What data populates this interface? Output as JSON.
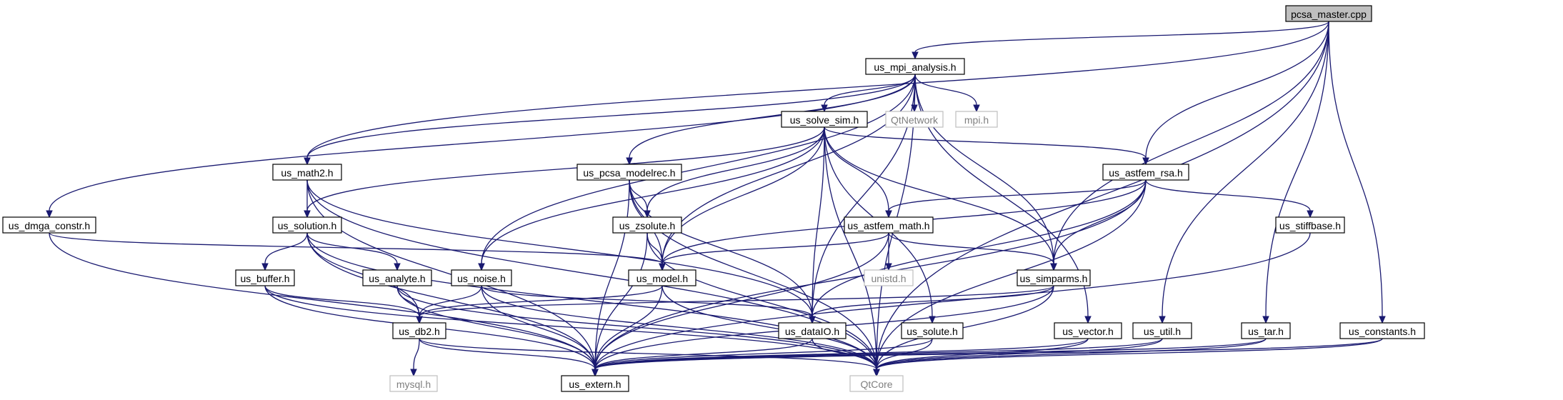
{
  "graph": {
    "type": "include-dependency-graph",
    "colors": {
      "edge": "#191970",
      "root_fill": "#bfbfbf",
      "external_border": "#bfbfbf",
      "external_text": "#7f7f7f"
    },
    "nodes": [
      {
        "id": "pcsa_master",
        "label": "pcsa_master.cpp",
        "kind": "root"
      },
      {
        "id": "us_mpi_analysis",
        "label": "us_mpi_analysis.h",
        "kind": "file"
      },
      {
        "id": "us_solve_sim",
        "label": "us_solve_sim.h",
        "kind": "file"
      },
      {
        "id": "QtNetwork",
        "label": "QtNetwork",
        "kind": "external"
      },
      {
        "id": "mpi",
        "label": "mpi.h",
        "kind": "external"
      },
      {
        "id": "us_math2",
        "label": "us_math2.h",
        "kind": "file"
      },
      {
        "id": "us_pcsa_modelrec",
        "label": "us_pcsa_modelrec.h",
        "kind": "file"
      },
      {
        "id": "us_astfem_rsa",
        "label": "us_astfem_rsa.h",
        "kind": "file"
      },
      {
        "id": "us_dmga_constr",
        "label": "us_dmga_constr.h",
        "kind": "file"
      },
      {
        "id": "us_solution",
        "label": "us_solution.h",
        "kind": "file"
      },
      {
        "id": "us_zsolute",
        "label": "us_zsolute.h",
        "kind": "file"
      },
      {
        "id": "us_astfem_math",
        "label": "us_astfem_math.h",
        "kind": "file"
      },
      {
        "id": "us_stiffbase",
        "label": "us_stiffbase.h",
        "kind": "file"
      },
      {
        "id": "unistd",
        "label": "unistd.h",
        "kind": "external"
      },
      {
        "id": "us_buffer",
        "label": "us_buffer.h",
        "kind": "file"
      },
      {
        "id": "us_analyte",
        "label": "us_analyte.h",
        "kind": "file"
      },
      {
        "id": "us_noise",
        "label": "us_noise.h",
        "kind": "file"
      },
      {
        "id": "us_model",
        "label": "us_model.h",
        "kind": "file"
      },
      {
        "id": "us_simparms",
        "label": "us_simparms.h",
        "kind": "file"
      },
      {
        "id": "us_db2",
        "label": "us_db2.h",
        "kind": "file"
      },
      {
        "id": "us_dataIO",
        "label": "us_dataIO.h",
        "kind": "file"
      },
      {
        "id": "us_solute",
        "label": "us_solute.h",
        "kind": "file"
      },
      {
        "id": "us_vector",
        "label": "us_vector.h",
        "kind": "file"
      },
      {
        "id": "us_util",
        "label": "us_util.h",
        "kind": "file"
      },
      {
        "id": "us_tar",
        "label": "us_tar.h",
        "kind": "file"
      },
      {
        "id": "us_constants",
        "label": "us_constants.h",
        "kind": "file"
      },
      {
        "id": "mysql",
        "label": "mysql.h",
        "kind": "external"
      },
      {
        "id": "us_extern",
        "label": "us_extern.h",
        "kind": "file"
      },
      {
        "id": "QtCore",
        "label": "QtCore",
        "kind": "external"
      }
    ],
    "edges": [
      [
        "pcsa_master",
        "us_mpi_analysis"
      ],
      [
        "pcsa_master",
        "us_math2"
      ],
      [
        "pcsa_master",
        "us_astfem_rsa"
      ],
      [
        "pcsa_master",
        "us_simparms"
      ],
      [
        "pcsa_master",
        "us_util"
      ],
      [
        "pcsa_master",
        "us_tar"
      ],
      [
        "pcsa_master",
        "us_constants"
      ],
      [
        "pcsa_master",
        "QtCore"
      ],
      [
        "us_mpi_analysis",
        "us_solve_sim"
      ],
      [
        "us_mpi_analysis",
        "QtNetwork"
      ],
      [
        "us_mpi_analysis",
        "mpi"
      ],
      [
        "us_mpi_analysis",
        "us_math2"
      ],
      [
        "us_mpi_analysis",
        "us_pcsa_modelrec"
      ],
      [
        "us_mpi_analysis",
        "us_dmga_constr"
      ],
      [
        "us_mpi_analysis",
        "us_noise"
      ],
      [
        "us_mpi_analysis",
        "us_model"
      ],
      [
        "us_mpi_analysis",
        "us_simparms"
      ],
      [
        "us_mpi_analysis",
        "us_dataIO"
      ],
      [
        "us_mpi_analysis",
        "us_vector"
      ],
      [
        "us_mpi_analysis",
        "QtCore"
      ],
      [
        "us_solve_sim",
        "us_solution"
      ],
      [
        "us_solve_sim",
        "us_noise"
      ],
      [
        "us_solve_sim",
        "us_zsolute"
      ],
      [
        "us_solve_sim",
        "us_model"
      ],
      [
        "us_solve_sim",
        "us_astfem_math"
      ],
      [
        "us_solve_sim",
        "us_astfem_rsa"
      ],
      [
        "us_solve_sim",
        "us_simparms"
      ],
      [
        "us_solve_sim",
        "us_dataIO"
      ],
      [
        "us_solve_sim",
        "us_solute"
      ],
      [
        "us_solve_sim",
        "QtCore"
      ],
      [
        "us_math2",
        "us_solution"
      ],
      [
        "us_math2",
        "us_dataIO"
      ],
      [
        "us_math2",
        "us_extern"
      ],
      [
        "us_math2",
        "QtCore"
      ],
      [
        "us_pcsa_modelrec",
        "us_zsolute"
      ],
      [
        "us_pcsa_modelrec",
        "us_model"
      ],
      [
        "us_pcsa_modelrec",
        "us_dataIO"
      ],
      [
        "us_pcsa_modelrec",
        "us_extern"
      ],
      [
        "us_pcsa_modelrec",
        "QtCore"
      ],
      [
        "us_astfem_rsa",
        "us_astfem_math"
      ],
      [
        "us_astfem_rsa",
        "us_stiffbase"
      ],
      [
        "us_astfem_rsa",
        "us_model"
      ],
      [
        "us_astfem_rsa",
        "us_simparms"
      ],
      [
        "us_astfem_rsa",
        "us_dataIO"
      ],
      [
        "us_astfem_rsa",
        "us_extern"
      ],
      [
        "us_astfem_rsa",
        "QtCore"
      ],
      [
        "us_dmga_constr",
        "us_model"
      ],
      [
        "us_dmga_constr",
        "us_extern"
      ],
      [
        "us_solution",
        "us_buffer"
      ],
      [
        "us_solution",
        "us_analyte"
      ],
      [
        "us_solution",
        "us_db2"
      ],
      [
        "us_solution",
        "us_extern"
      ],
      [
        "us_solution",
        "QtCore"
      ],
      [
        "us_zsolute",
        "us_model"
      ],
      [
        "us_zsolute",
        "us_extern"
      ],
      [
        "us_zsolute",
        "QtCore"
      ],
      [
        "us_astfem_math",
        "unistd"
      ],
      [
        "us_astfem_math",
        "us_model"
      ],
      [
        "us_astfem_math",
        "us_simparms"
      ],
      [
        "us_astfem_math",
        "us_extern"
      ],
      [
        "us_stiffbase",
        "us_extern"
      ],
      [
        "us_buffer",
        "us_db2"
      ],
      [
        "us_buffer",
        "us_extern"
      ],
      [
        "us_buffer",
        "QtCore"
      ],
      [
        "us_analyte",
        "us_db2"
      ],
      [
        "us_analyte",
        "us_extern"
      ],
      [
        "us_analyte",
        "QtCore"
      ],
      [
        "us_noise",
        "us_db2"
      ],
      [
        "us_noise",
        "us_dataIO"
      ],
      [
        "us_noise",
        "us_extern"
      ],
      [
        "us_noise",
        "QtCore"
      ],
      [
        "us_model",
        "us_db2"
      ],
      [
        "us_model",
        "us_extern"
      ],
      [
        "us_model",
        "QtCore"
      ],
      [
        "us_simparms",
        "us_db2"
      ],
      [
        "us_simparms",
        "us_dataIO"
      ],
      [
        "us_simparms",
        "us_extern"
      ],
      [
        "us_simparms",
        "QtCore"
      ],
      [
        "us_db2",
        "mysql"
      ],
      [
        "us_db2",
        "us_extern"
      ],
      [
        "us_db2",
        "QtCore"
      ],
      [
        "us_dataIO",
        "us_extern"
      ],
      [
        "us_dataIO",
        "QtCore"
      ],
      [
        "us_solute",
        "us_extern"
      ],
      [
        "us_solute",
        "QtCore"
      ],
      [
        "us_vector",
        "us_extern"
      ],
      [
        "us_vector",
        "QtCore"
      ],
      [
        "us_util",
        "us_extern"
      ],
      [
        "us_util",
        "QtCore"
      ],
      [
        "us_tar",
        "us_extern"
      ],
      [
        "us_tar",
        "QtCore"
      ],
      [
        "us_constants",
        "us_extern"
      ],
      [
        "us_constants",
        "QtCore"
      ]
    ]
  }
}
